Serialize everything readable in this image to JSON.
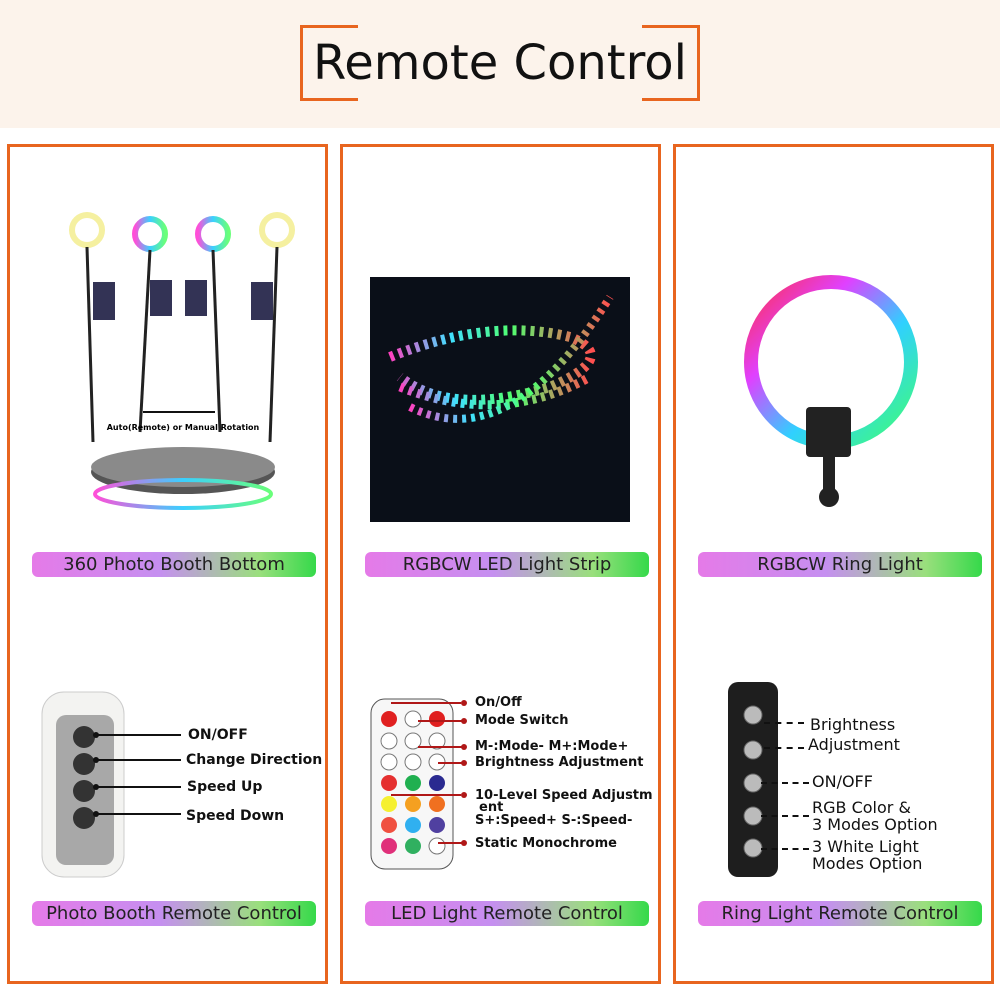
{
  "title": "Remote Control",
  "panels": [
    {
      "top_label": "360 Photo Booth Bottom",
      "bottom_label": "Photo Booth Remote Control",
      "image_caption": "Auto(Remote) or Manual Rotation",
      "remote_labels": [
        "ON/OFF",
        "Change Direction",
        "Speed Up",
        "Speed Down"
      ]
    },
    {
      "top_label": "RGBCW LED Light Strip",
      "bottom_label": "LED Light Remote Control",
      "remote_labels": [
        "On/Off",
        "Mode Switch",
        "M-:Mode- M+:Mode+",
        "Brightness Adjustment",
        "10-Level Speed Adjustm",
        "ent",
        "S+:Speed+ S-:Speed-",
        "Static Monochrome"
      ]
    },
    {
      "top_label": "RGBCW Ring Light",
      "bottom_label": "Ring Light Remote Control",
      "remote_labels": [
        "Brightness",
        "Adjustment",
        "ON/OFF",
        "RGB Color &",
        "3 Modes Option",
        "3 White Light",
        "Modes Option"
      ]
    }
  ],
  "colors": {
    "accent": "#e8651f",
    "header_bg": "#fcf3eb"
  }
}
